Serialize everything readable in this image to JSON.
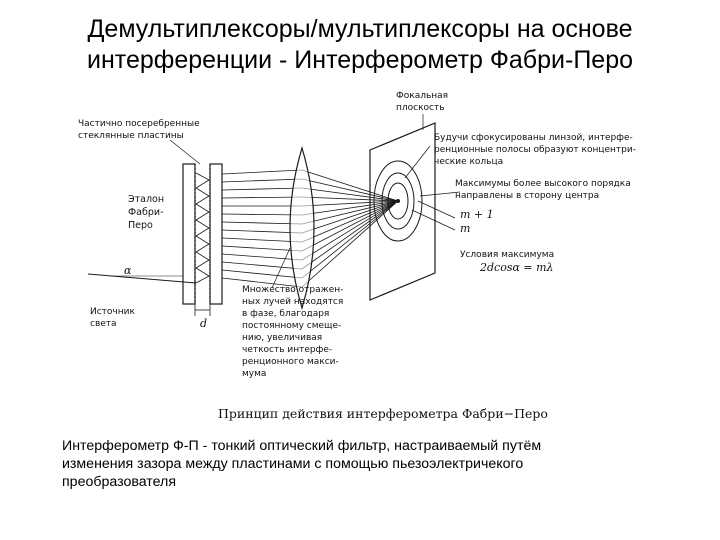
{
  "title": {
    "line1": "Демультиплексоры/мультиплексоры на основе",
    "line2": "интерференции - Интерферометр Фабри-Перо"
  },
  "diagram": {
    "labels": {
      "focal_plane_1": "Фокальная",
      "focal_plane_2": "плоскость",
      "plates_1": "Частично посеребренные",
      "plates_2": "стеклянные пластины",
      "etalon_1": "Эталон",
      "etalon_2": "Фабри-",
      "etalon_3": "Перо",
      "alpha": "α",
      "source_1": "Источник",
      "source_2": "света",
      "gap_d": "d",
      "rings_1": "Будучи сфокусированы линзой, интерфе-",
      "rings_2": "ренционные полосы образуют концентри-",
      "rings_3": "ческие кольца",
      "higher_1": "Максимумы более высокого порядка",
      "higher_2": "направлены в сторону центра",
      "order_m1": "m + 1",
      "order_m": "m",
      "condition_1": "Условия максимума",
      "condition_2": "2dcosα = mλ",
      "rays_1": "Множество отражен-",
      "rays_2": "ных лучей находятся",
      "rays_3": "в фазе, благодаря",
      "rays_4": "постоянному смеще-",
      "rays_5": "нию, увеличивая",
      "rays_6": "четкость интерфе-",
      "rays_7": "ренционного макси-",
      "rays_8": "мума"
    },
    "caption": "Принцип действия интерферометра Фабри−Перо",
    "stroke_color": "#1a1a1a"
  },
  "bottom_text": {
    "line1": "Интерферометр Ф-П  -  тонкий оптический фильтр, настраиваемый путём",
    "line2": "изменения зазора между пластинами с помощью пьезоэлектричекого",
    "line3": "преобразователя"
  }
}
